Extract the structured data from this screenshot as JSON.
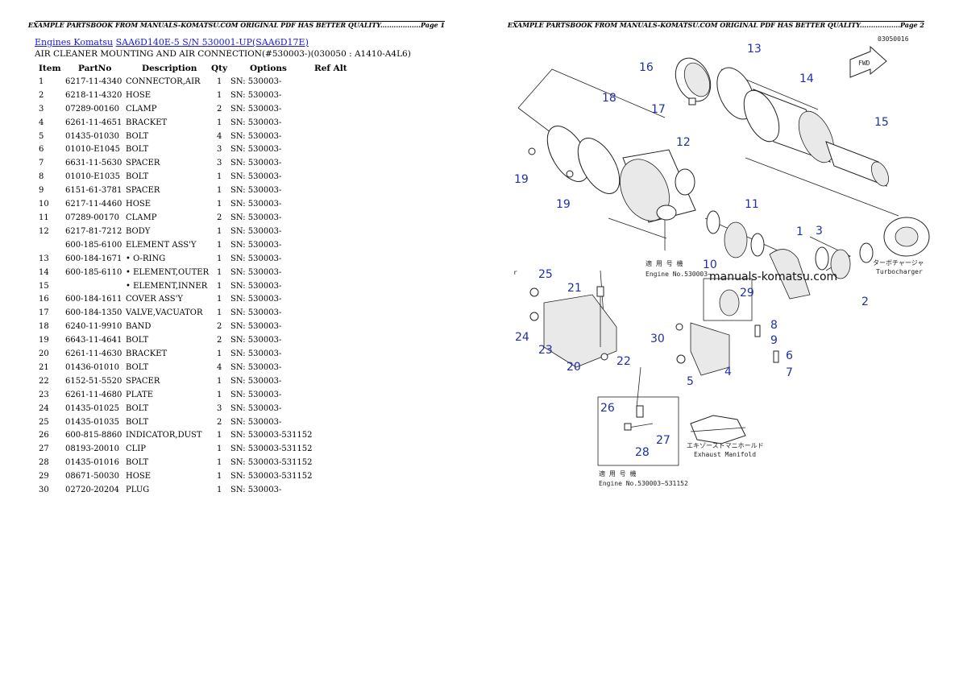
{
  "header": {
    "page1_text": "EXAMPLE PARTSBOOK FROM MANUALS-KOMATSU.COM ORIGINAL PDF HAS BETTER QUALITY..................Page 1",
    "page2_text": "EXAMPLE PARTSBOOK FROM MANUALS-KOMATSU.COM ORIGINAL PDF HAS BETTER QUALITY..................Page 2"
  },
  "breadcrumb": {
    "link1": "Engines Komatsu",
    "link2": "SAA6D140E-5 S/N 530001-UP(SAA6D17E)"
  },
  "section_title": "AIR CLEANER MOUNTING AND AIR CONNECTION(#530003-)(030050 : A1410-A4L6)",
  "table": {
    "columns": [
      "Item",
      "PartNo",
      "Description",
      "Qty",
      "Options",
      "Ref Alt"
    ],
    "rows": [
      [
        "1",
        "6217-11-4340",
        "CONNECTOR,AIR",
        "1",
        "SN: 530003-",
        ""
      ],
      [
        "2",
        "6218-11-4320",
        "HOSE",
        "1",
        "SN: 530003-",
        ""
      ],
      [
        "3",
        "07289-00160",
        "CLAMP",
        "2",
        "SN: 530003-",
        ""
      ],
      [
        "4",
        "6261-11-4651",
        "BRACKET",
        "1",
        "SN: 530003-",
        ""
      ],
      [
        "5",
        "01435-01030",
        "BOLT",
        "4",
        "SN: 530003-",
        ""
      ],
      [
        "6",
        "01010-E1045",
        "BOLT",
        "3",
        "SN: 530003-",
        ""
      ],
      [
        "7",
        "6631-11-5630",
        "SPACER",
        "3",
        "SN: 530003-",
        ""
      ],
      [
        "8",
        "01010-E1035",
        "BOLT",
        "1",
        "SN: 530003-",
        ""
      ],
      [
        "9",
        "6151-61-3781",
        "SPACER",
        "1",
        "SN: 530003-",
        ""
      ],
      [
        "10",
        "6217-11-4460",
        "HOSE",
        "1",
        "SN: 530003-",
        ""
      ],
      [
        "11",
        "07289-00170",
        "CLAMP",
        "2",
        "SN: 530003-",
        ""
      ],
      [
        "12",
        "6217-81-7212",
        "BODY",
        "1",
        "SN: 530003-",
        ""
      ],
      [
        "",
        "600-185-6100",
        "ELEMENT ASS'Y",
        "1",
        "SN: 530003-",
        ""
      ],
      [
        "13",
        "600-184-1671",
        "• O-RING",
        "1",
        "SN: 530003-",
        ""
      ],
      [
        "14",
        "600-185-6110",
        "• ELEMENT,OUTER",
        "1",
        "SN: 530003-",
        ""
      ],
      [
        "15",
        "",
        "• ELEMENT,INNER",
        "1",
        "SN: 530003-",
        ""
      ],
      [
        "16",
        "600-184-1611",
        "COVER ASS'Y",
        "1",
        "SN: 530003-",
        ""
      ],
      [
        "17",
        "600-184-1350",
        "VALVE,VACUATOR",
        "1",
        "SN: 530003-",
        ""
      ],
      [
        "18",
        "6240-11-9910",
        "BAND",
        "2",
        "SN: 530003-",
        ""
      ],
      [
        "19",
        "6643-11-4641",
        "BOLT",
        "2",
        "SN: 530003-",
        ""
      ],
      [
        "20",
        "6261-11-4630",
        "BRACKET",
        "1",
        "SN: 530003-",
        ""
      ],
      [
        "21",
        "01436-01010",
        "BOLT",
        "4",
        "SN: 530003-",
        ""
      ],
      [
        "22",
        "6152-51-5520",
        "SPACER",
        "1",
        "SN: 530003-",
        ""
      ],
      [
        "23",
        "6261-11-4680",
        "PLATE",
        "1",
        "SN: 530003-",
        ""
      ],
      [
        "24",
        "01435-01025",
        "BOLT",
        "3",
        "SN: 530003-",
        ""
      ],
      [
        "25",
        "01435-01035",
        "BOLT",
        "2",
        "SN: 530003-",
        ""
      ],
      [
        "26",
        "600-815-8860",
        "INDICATOR,DUST",
        "1",
        "SN: 530003-531152",
        ""
      ],
      [
        "27",
        "08193-20010",
        "CLIP",
        "1",
        "SN: 530003-531152",
        ""
      ],
      [
        "28",
        "01435-01016",
        "BOLT",
        "1",
        "SN: 530003-531152",
        ""
      ],
      [
        "29",
        "08671-50030",
        "HOSE",
        "1",
        "SN: 530003-531152",
        ""
      ],
      [
        "30",
        "02720-20204",
        "PLUG",
        "1",
        "SN: 530003-",
        ""
      ]
    ]
  },
  "diagram": {
    "drawing_code": "03050016",
    "fwd_label": "FWD",
    "watermark": "manuals-komatsu.com",
    "turbo_jp": "ターボチャージャ",
    "turbo_en": "Turbocharger",
    "serial_jp_1": "適 用 号 機",
    "serial_en_1": "Engine No.530003~",
    "serial_jp_2": "適 用 号 機",
    "serial_en_2": "Engine No.530003~531152",
    "manifold_jp": "エキゾーストマニホールド",
    "manifold_en": "Exhaust Manifold",
    "edge_mark": "r",
    "callouts": [
      "1",
      "2",
      "3",
      "4",
      "5",
      "6",
      "7",
      "8",
      "9",
      "10",
      "11",
      "12",
      "13",
      "14",
      "15",
      "16",
      "17",
      "18",
      "19",
      "19",
      "20",
      "21",
      "22",
      "23",
      "24",
      "25",
      "26",
      "27",
      "28",
      "29",
      "30"
    ]
  }
}
